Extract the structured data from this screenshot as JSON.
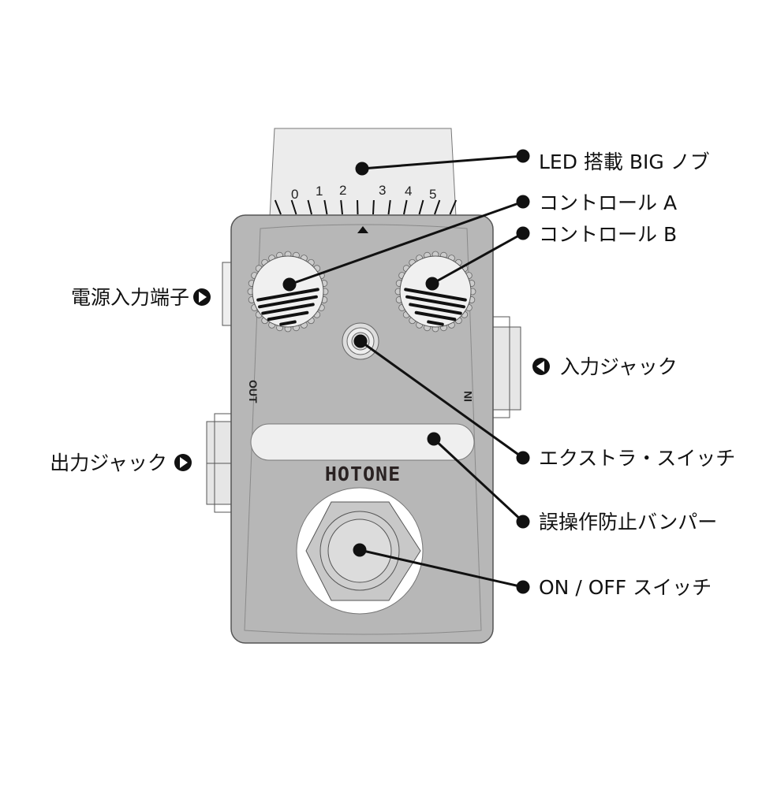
{
  "pedal": {
    "brand": "HOTONE",
    "out_label": "OUT",
    "in_label": "IN",
    "scale": [
      "0",
      "1",
      "2",
      "3",
      "4",
      "5"
    ],
    "colors": {
      "body": "#b7b7b7",
      "panel": "#ececec",
      "ink": "#111111"
    }
  },
  "callouts": {
    "led_knob": "LED 搭載 BIG ノブ",
    "control_a": "コントロール A",
    "control_b": "コントロール B",
    "power_input": "電源入力端子",
    "input_jack": "入力ジャック",
    "output_jack": "出力ジャック",
    "extra_switch": "エクストラ・スイッチ",
    "bumper": "誤操作防止バンパー",
    "onoff_switch": "ON / OFF スイッチ"
  }
}
